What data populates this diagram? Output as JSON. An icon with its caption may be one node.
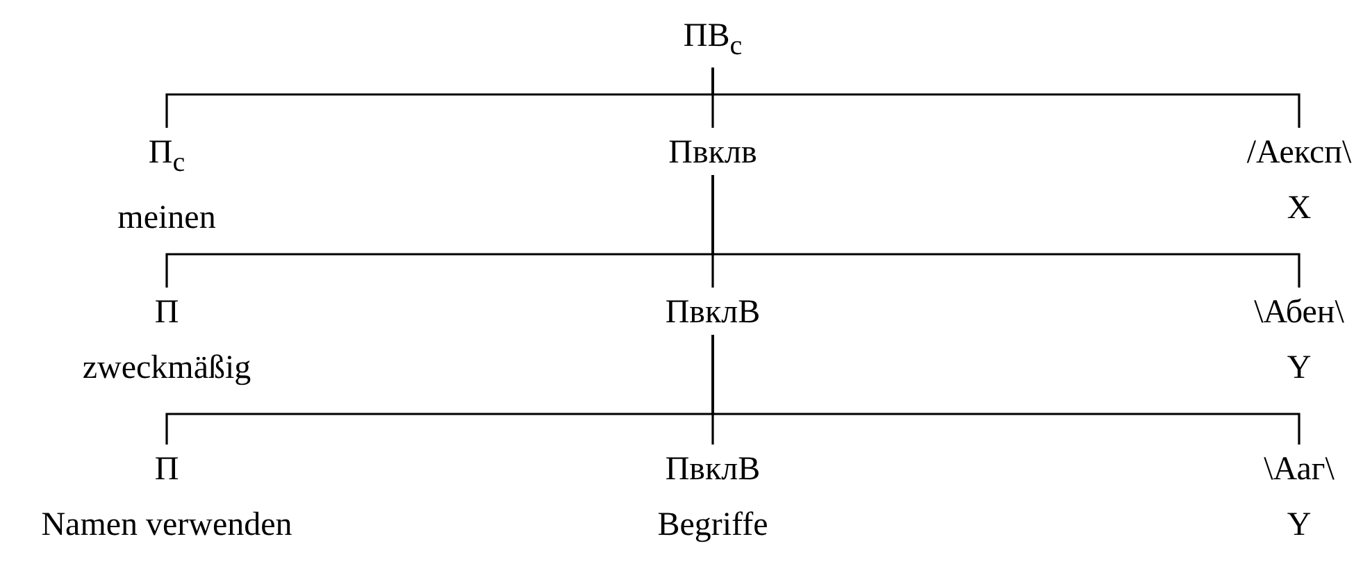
{
  "diagram": {
    "nodes": [
      {
        "text": [
          "ПВ$_{с}$"
        ]
      },
      {
        "text": [
          "П$_{с}$",
          "meinen"
        ]
      },
      {
        "text": [
          "Пвклв"
        ]
      },
      {
        "text": [
          "/Аексп\\",
          "X"
        ]
      },
      {
        "text": [
          "П",
          "zweckmäßig"
        ]
      },
      {
        "text": [
          "ПвклВ"
        ]
      },
      {
        "text": [
          "\\Абен\\",
          "Y"
        ]
      },
      {
        "text": [
          "П",
          "Namen verwenden"
        ]
      },
      {
        "text": [
          "ПвклВ",
          "Begriffe"
        ]
      },
      {
        "text": [
          "\\Ааг\\",
          "Y"
        ]
      }
    ],
    "edges": [
      {
        "from": 0,
        "to": 1,
        "arrow": "none"
      },
      {
        "from": 0,
        "to": 2,
        "arrow": "none"
      },
      {
        "from": 0,
        "to": 3,
        "arrow": "none"
      },
      {
        "from": 2,
        "to": 4,
        "arrow": "none"
      },
      {
        "from": 2,
        "to": 5,
        "arrow": "none"
      },
      {
        "from": 2,
        "to": 6,
        "arrow": "none"
      },
      {
        "from": 5,
        "to": 7,
        "arrow": "none"
      },
      {
        "from": 5,
        "to": 8,
        "arrow": "none"
      },
      {
        "from": 5,
        "to": 9,
        "arrow": "none"
      }
    ]
  }
}
